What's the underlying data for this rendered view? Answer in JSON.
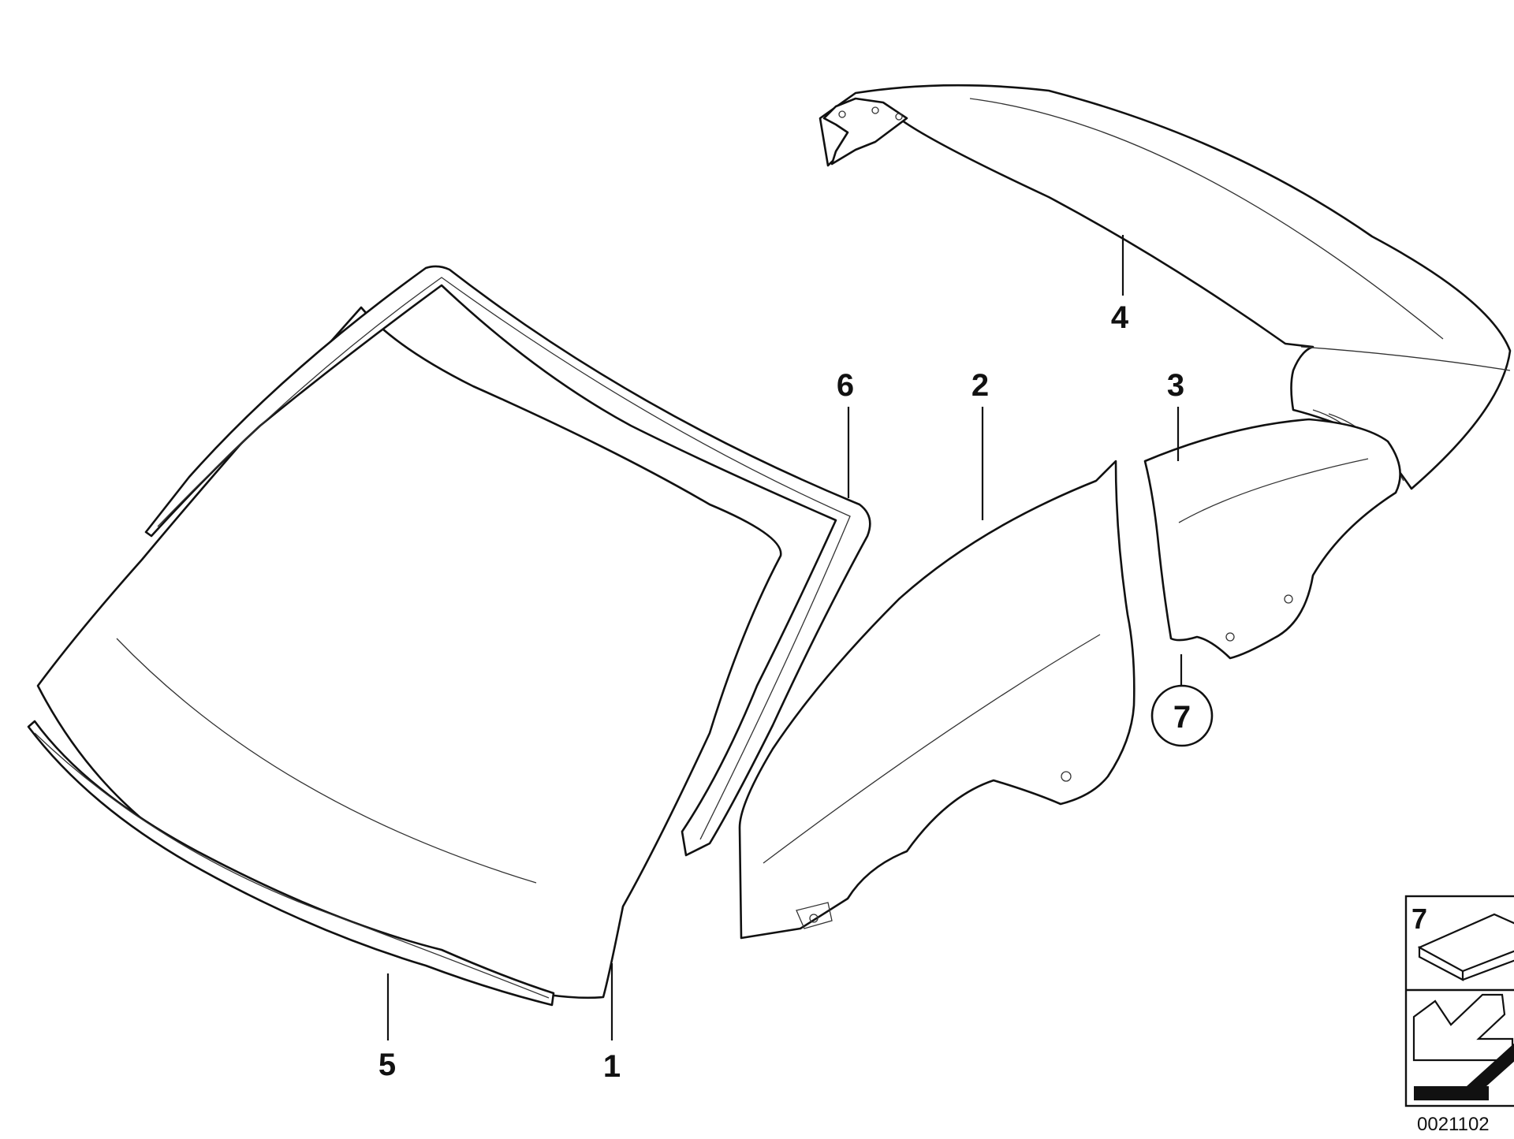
{
  "callouts": {
    "p1": "1",
    "p2": "2",
    "p3": "3",
    "p4": "4",
    "p5": "5",
    "p6": "6",
    "p7": "7"
  },
  "legend": {
    "item_number": "7"
  },
  "diagram_id": "0021102",
  "colors": {
    "line": "#111111",
    "background": "#ffffff"
  }
}
